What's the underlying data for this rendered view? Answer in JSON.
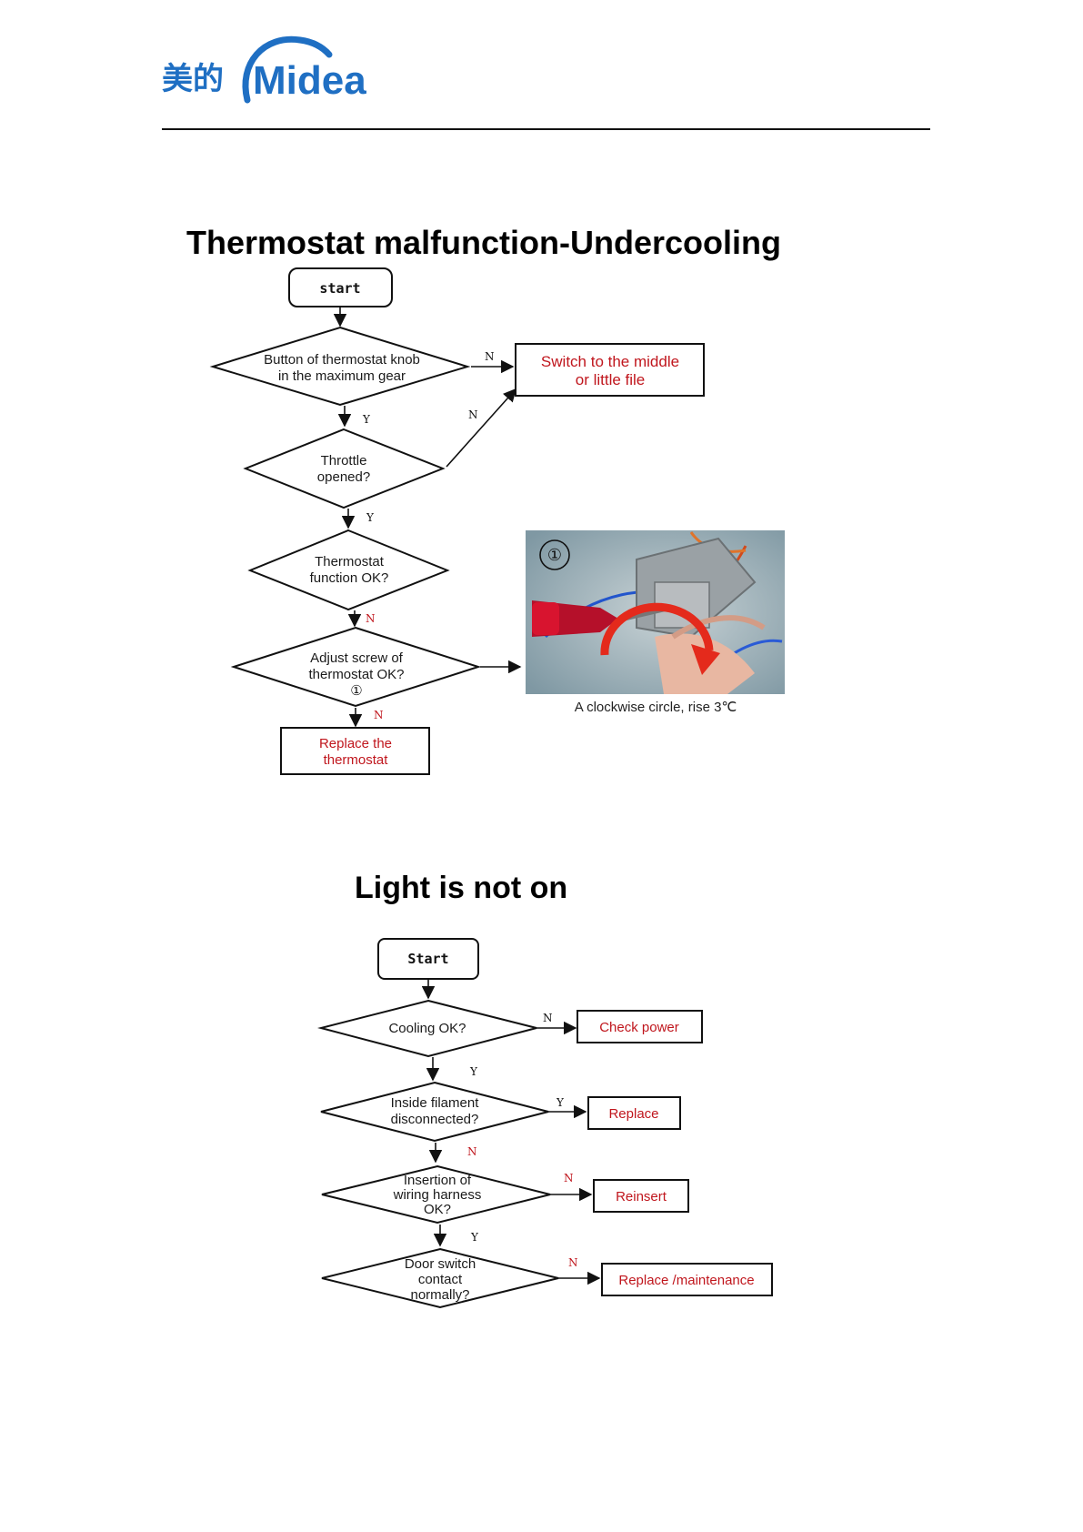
{
  "header": {
    "logo_cn": "美的",
    "logo_en": "Midea",
    "brand_color": "#1f6fc3"
  },
  "section1": {
    "title": "Thermostat malfunction-Undercooling",
    "start": "start",
    "d1": [
      "Button of thermostat knob",
      "in the maximum gear"
    ],
    "d2": [
      "Throttle",
      "opened?"
    ],
    "d3": [
      "Thermostat",
      "function OK?"
    ],
    "d4": [
      "Adjust screw of",
      "thermostat OK?",
      "①"
    ],
    "box_switch": [
      "Switch to the middle",
      "or little file"
    ],
    "box_replace": [
      "Replace the",
      "thermostat"
    ],
    "yn": {
      "d1_right": "N",
      "d1_down": "Y",
      "d2_right": "N",
      "d2_down": "Y",
      "d3_down": "N",
      "d4_down": "N"
    },
    "photo": {
      "marker": "①",
      "caption": "A clockwise circle, rise 3℃"
    }
  },
  "section2": {
    "title": "Light is not on",
    "start": "Start",
    "d1": [
      "Cooling OK?"
    ],
    "d2": [
      "Inside filament",
      "disconnected?"
    ],
    "d3": [
      "Insertion of",
      "wiring harness",
      "OK?"
    ],
    "d4": [
      "Door switch",
      "contact",
      "normally?"
    ],
    "box1": "Check power",
    "box2": "Replace",
    "box3": "Reinsert",
    "box4": "Replace /maintenance",
    "yn": {
      "d1_right": "N",
      "d1_down": "Y",
      "d2_right": "Y",
      "d2_down": "N",
      "d3_right": "N",
      "d3_down": "Y",
      "d4_right": "N"
    }
  },
  "colors": {
    "accent_red": "#c0161d",
    "text": "#111111"
  }
}
